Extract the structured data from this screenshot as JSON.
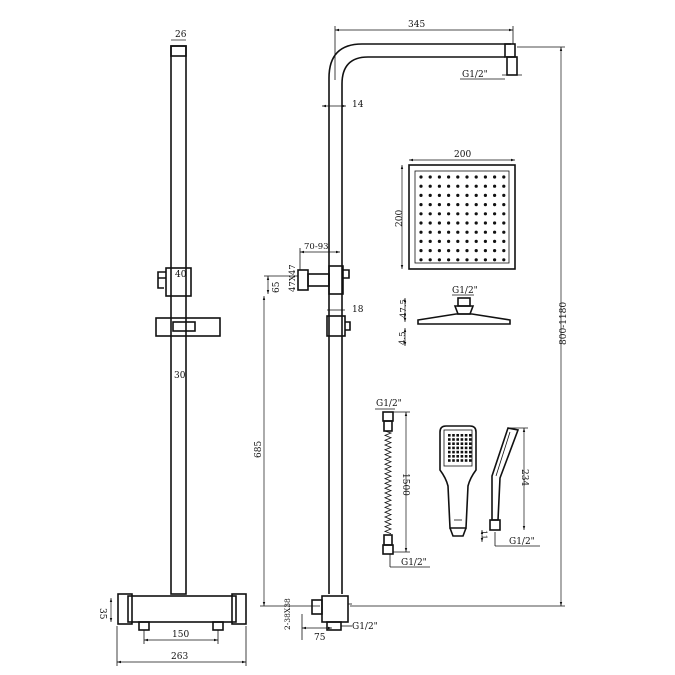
{
  "labels": {
    "d26": "26",
    "d40": "40",
    "d30": "30",
    "d35": "35",
    "d150": "150",
    "d263": "263",
    "d345": "345",
    "thread_arm": "G1/2\"",
    "d14": "14",
    "d70_93": "70-93",
    "d65": "65",
    "d47x47": "47X47",
    "d18": "18",
    "d685": "685",
    "d800_1180": "800-1180",
    "d200_top": "200",
    "d200_side": "200",
    "thread_head": "G1/2\"",
    "d47_5": "47.5",
    "d4_5": "4.5",
    "thread_hose_top": "G1/2\"",
    "d1500": "1500",
    "thread_hose_bottom": "G1/2\"",
    "d234": "234",
    "d11": "11",
    "thread_handshower": "G1/2\"",
    "thread_bottom": "G1/2\"",
    "d75": "75",
    "d_bottom_vertical": "2-38X38"
  }
}
